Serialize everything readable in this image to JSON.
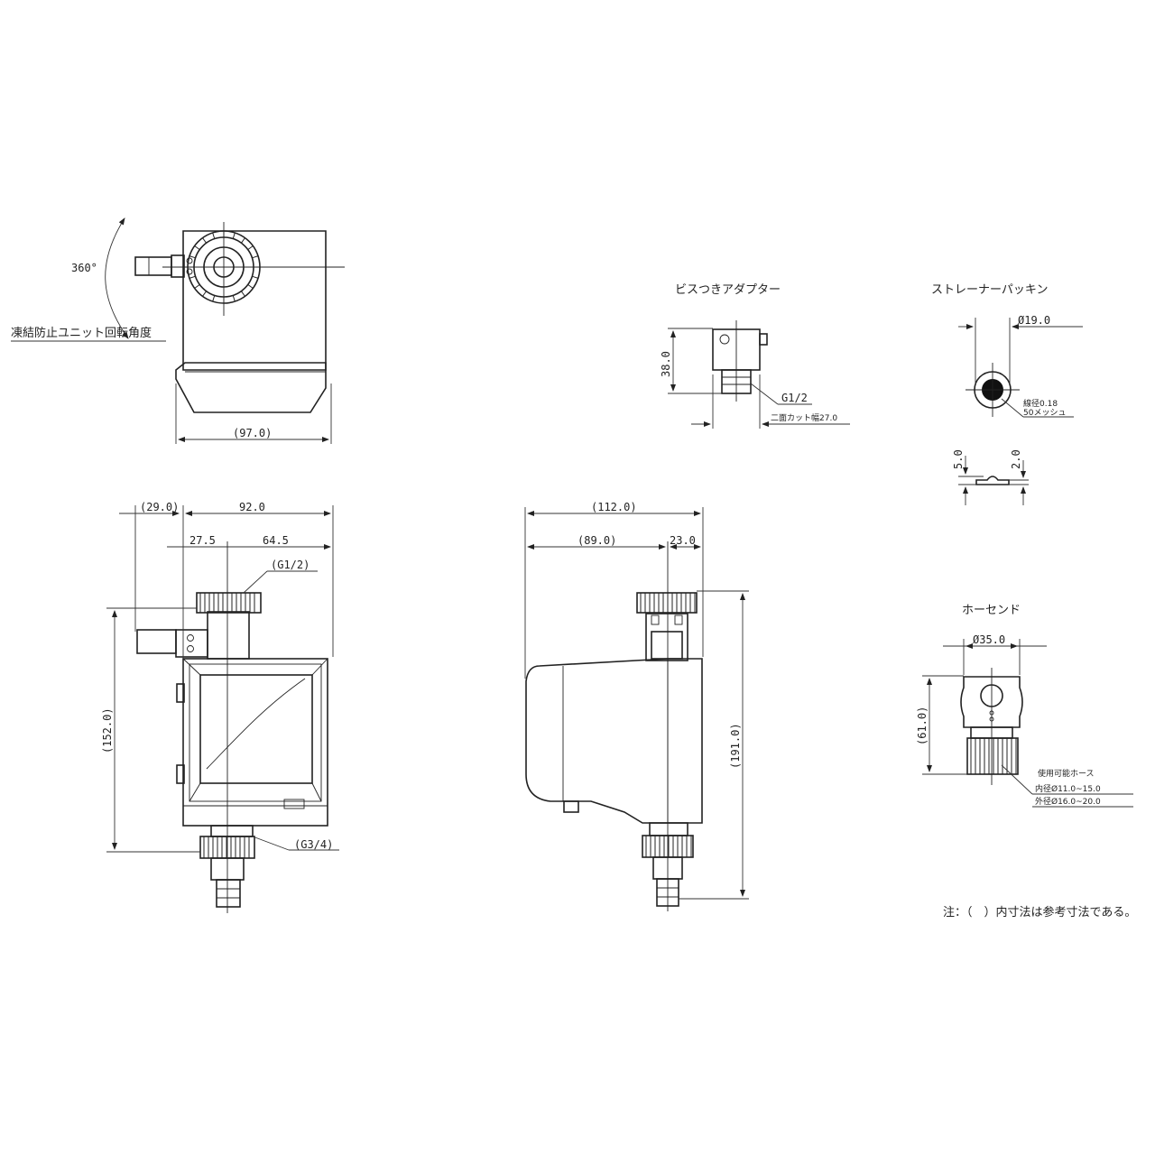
{
  "labels": {
    "rotation_angle": "360°",
    "rotation_caption": "凍結防止ユニット回転角度",
    "screw_adapter_title": "ビスつきアダプター",
    "strainer_title": "ストレーナーパッキン",
    "hose_end_title": "ホーセンド",
    "note": "注：（　）内寸法は参考寸法である。"
  },
  "dimensions": {
    "top_width": "(97.0)",
    "front_left_ext": "(29.0)",
    "front_width": "92.0",
    "front_offset": "27.5",
    "front_right": "64.5",
    "inlet_thread": "(G1/2)",
    "outlet_thread": "(G3/4)",
    "front_height": "(152.0)",
    "side_depth": "(112.0)",
    "side_body": "(89.0)",
    "side_cap": "23.0",
    "side_height": "(191.0)",
    "adapter_height": "38.0",
    "adapter_thread": "G1/2",
    "adapter_flats": "二面カット幅27.0",
    "strainer_dia": "Ø19.0",
    "strainer_wire": "線径0.18",
    "strainer_mesh": "50メッシュ",
    "strainer_h1": "5.0",
    "strainer_h2": "2.0",
    "hose_dia": "Ø35.0",
    "hose_height": "(61.0)",
    "hose_usable": "使用可能ホース",
    "hose_inner": "内径Ø11.0~15.0",
    "hose_outer": "外径Ø16.0~20.0"
  }
}
